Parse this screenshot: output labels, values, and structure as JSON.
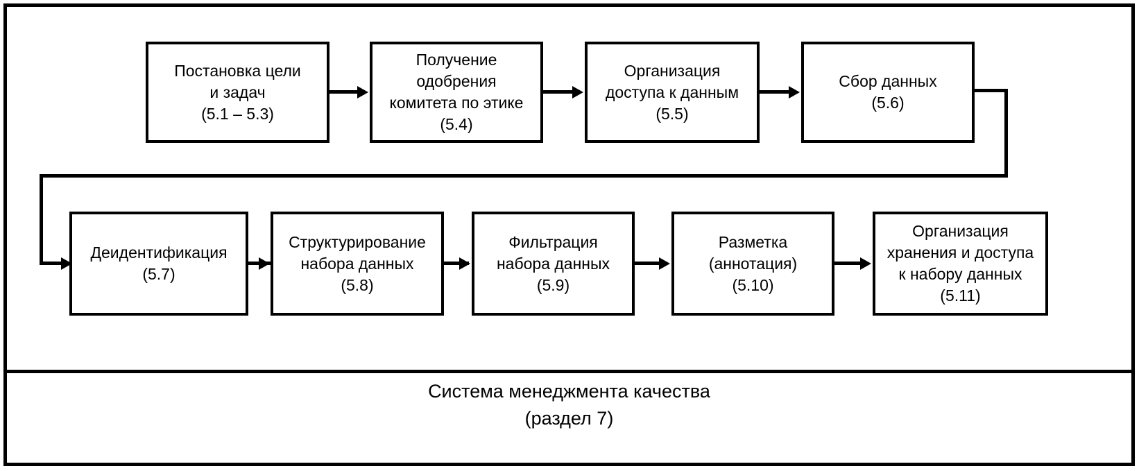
{
  "diagram": {
    "title_caption": {
      "line1": "Система менеджмента качества",
      "line2": "(раздел 7)"
    },
    "row1": [
      {
        "id": "goal-setting",
        "text": "Постановка цели\nи задач\n(5.1 – 5.3)"
      },
      {
        "id": "ethics-approval",
        "text": "Получение\nодобрения\nкомитета по этике\n(5.4)"
      },
      {
        "id": "data-access",
        "text": "Организация\nдоступа к данным\n(5.5)"
      },
      {
        "id": "data-collection",
        "text": "Сбор данных\n(5.6)"
      }
    ],
    "row2": [
      {
        "id": "deidentification",
        "text": "Деидентификация\n(5.7)"
      },
      {
        "id": "dataset-structuring",
        "text": "Структурирование\nнабора данных\n(5.8)"
      },
      {
        "id": "dataset-filtering",
        "text": "Фильтрация\nнабора данных\n(5.9)"
      },
      {
        "id": "annotation",
        "text": "Разметка\n(аннотация)\n(5.10)"
      },
      {
        "id": "storage-access",
        "text": "Организация\nхранения и доступа\nк набору данных\n(5.11)"
      }
    ],
    "colors": {
      "stroke": "#000000",
      "fill": "#ffffff",
      "text": "#000000"
    }
  }
}
